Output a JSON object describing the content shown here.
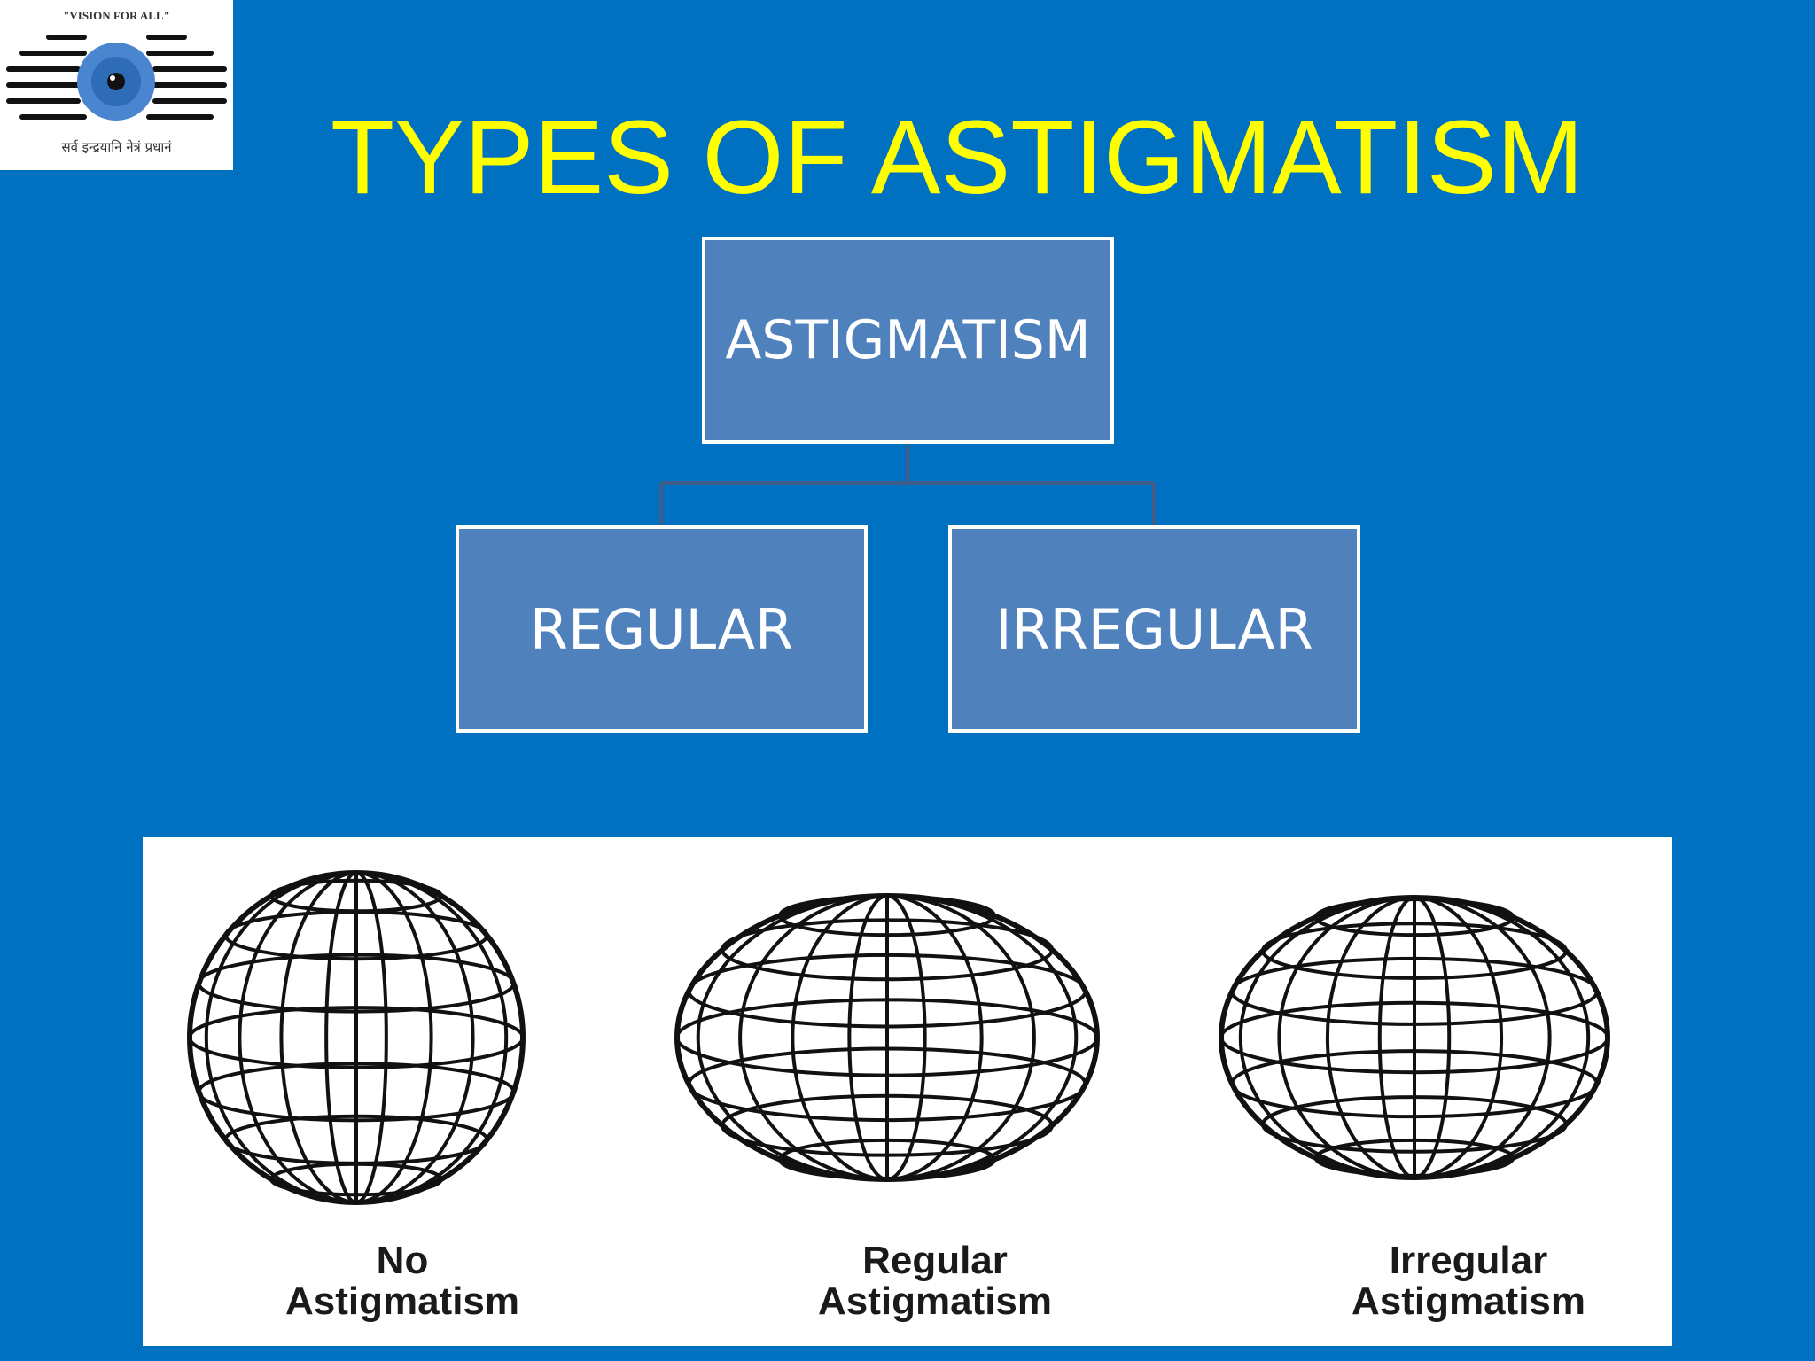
{
  "logo": {
    "tagline": "\"VISION FOR ALL\"",
    "motto": "सर्व इन्द्रयानि नेत्रं प्रधानं"
  },
  "slide": {
    "title": "TYPES OF ASTIGMATISM"
  },
  "hierarchy": {
    "root": "ASTIGMATISM",
    "children": [
      "REGULAR",
      "IRREGULAR"
    ]
  },
  "figure": {
    "captions": [
      {
        "line1": "No",
        "line2": "Astigmatism"
      },
      {
        "line1": "Regular",
        "line2": "Astigmatism"
      },
      {
        "line1": "Irregular",
        "line2": "Astigmatism"
      }
    ]
  },
  "colors": {
    "background": "#0070c0",
    "title": "#ffff00",
    "node_fill": "#4f81bd",
    "node_border": "#ffffff",
    "connector": "#3f5f8a"
  }
}
